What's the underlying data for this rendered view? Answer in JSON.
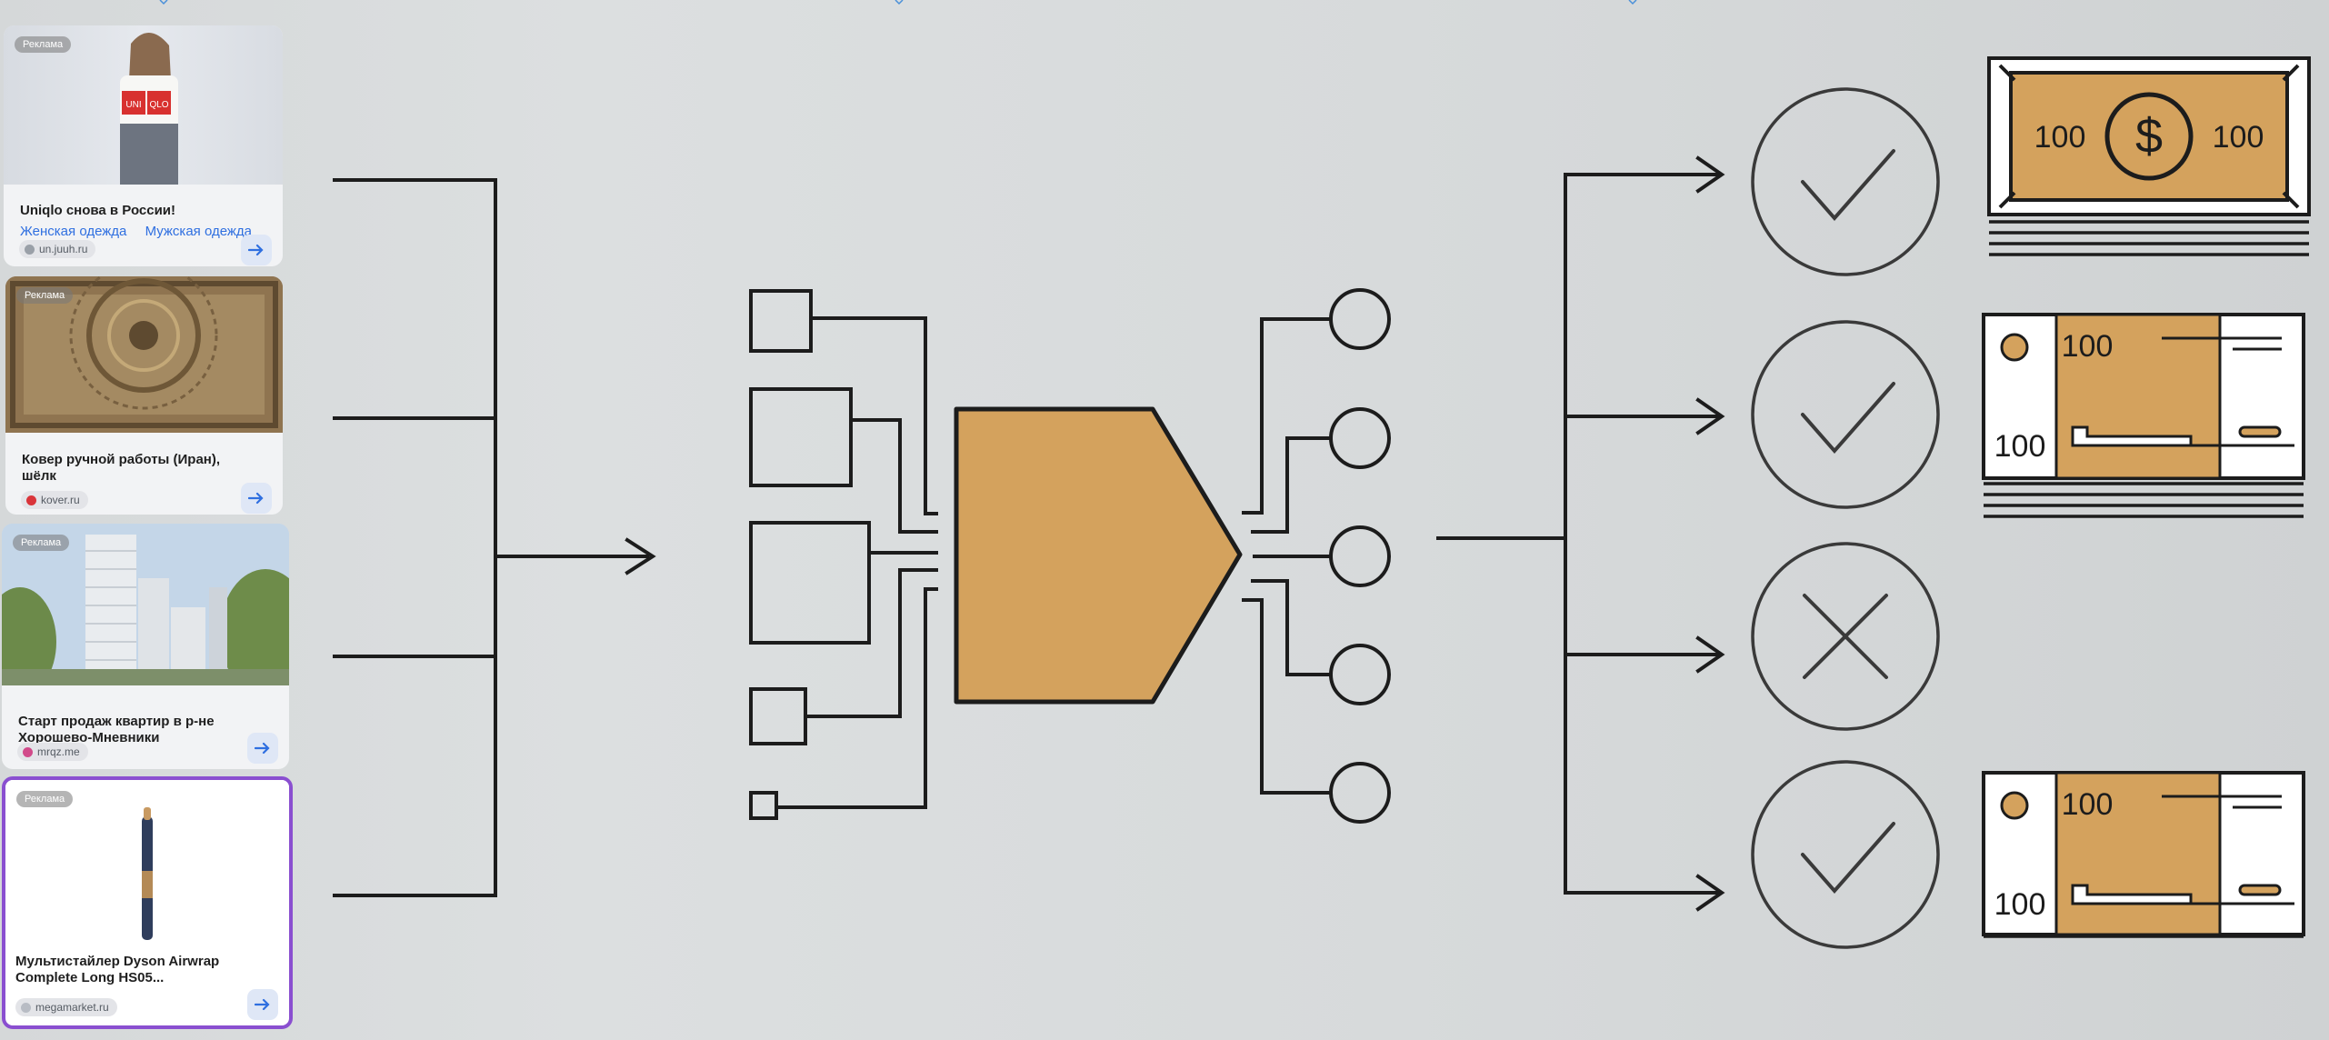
{
  "ads": [
    {
      "badge": "Реклама",
      "title": "Uniqlo снова в России!",
      "links": [
        "Женская одежда",
        "Мужская одежда"
      ],
      "domain": "un.juuh.ru",
      "image_icon": "woman-uniqlo-photo",
      "logo_text_1": "UNI",
      "logo_text_2": "QLO"
    },
    {
      "badge": "Реклама",
      "title": "Ковер ручной работы (Иран), шёлк",
      "domain": "kover.ru",
      "image_icon": "persian-carpet-photo"
    },
    {
      "badge": "Реклама",
      "title": "Старт продаж квартир в р-не Хорошево-Мневники",
      "domain": "mrqz.me",
      "image_icon": "apartment-tower-photo"
    },
    {
      "badge": "Реклама",
      "title": "Мультистайлер Dyson Airwrap Complete Long HS05...",
      "domain": "megamarket.ru",
      "image_icon": "hair-styler-photo"
    }
  ],
  "diagram": {
    "banknote_top_value": "100",
    "banknote_currency_symbol": "$",
    "bill_value": "100",
    "outcomes": [
      "check",
      "check",
      "cross",
      "check"
    ]
  },
  "colors": {
    "accent_orange": "#d4a25d",
    "stroke": "#1c1c1c",
    "link_blue": "#2f6fe0",
    "selected_border": "#8a4fd0"
  }
}
